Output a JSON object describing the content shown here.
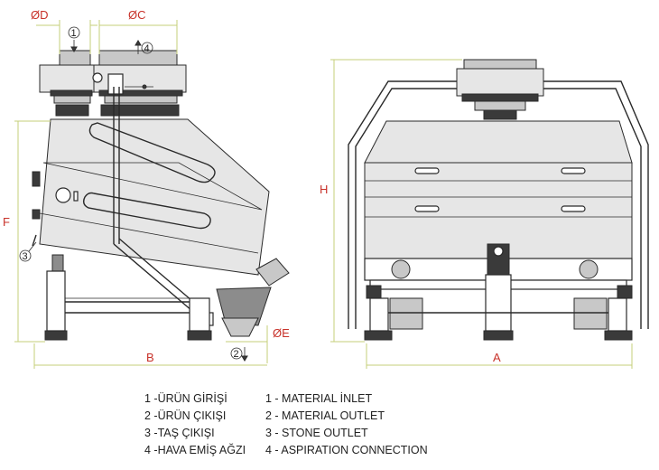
{
  "dimensions": {
    "d": "ØD",
    "c": "ØC",
    "f": "F",
    "e": "ØE",
    "b": "B",
    "h": "H",
    "a": "A"
  },
  "callouts": {
    "c1": "1",
    "c2": "2",
    "c3": "3",
    "c4": "4"
  },
  "legend_tr": [
    "1 -ÜRÜN GİRİŞİ",
    "2 -ÜRÜN ÇIKIŞI",
    "3 -TAŞ ÇIKIŞI",
    "4 -HAVA EMİŞ AĞZI"
  ],
  "legend_en": [
    "1 - MATERIAL İNLET",
    "2 - MATERIAL OUTLET",
    "3 - STONE OUTLET",
    "4 - ASPIRATION CONNECTION"
  ],
  "colors": {
    "dimension_line": "#c6cf7a",
    "dimension_text": "#c8322a",
    "line": "#2a2a2a"
  }
}
